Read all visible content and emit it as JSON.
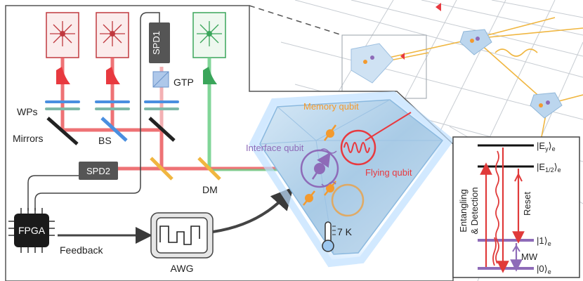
{
  "labels": {
    "mirrors": "Mirrors",
    "wps": "WPs",
    "bs": "BS",
    "gtp": "GTP",
    "dm": "DM",
    "spd1": "SPD1",
    "spd2": "SPD2",
    "fpga": "FPGA",
    "feedback": "Feedback",
    "awg": "AWG",
    "memory_qubit": "Memory qubit",
    "interface_qubit": "Interface qubit",
    "flying_qubit": "Flying qubit",
    "temperature": "7 K"
  },
  "level_diagram": {
    "ey": "|E",
    "ey_sub": "y",
    "ey_tail": "⟩",
    "ey_e": "e",
    "e12": "|E",
    "e12_sub": "1/2",
    "e12_tail": "⟩",
    "e12_e": "e",
    "one": "|1⟩",
    "one_e": "e",
    "zero": "|0⟩",
    "zero_e": "e",
    "entangling_line1": "Entangling",
    "entangling_line2": "& Detection",
    "reset": "Reset",
    "mw": "MW"
  },
  "colors": {
    "red_laser": "#e8393f",
    "green_laser": "#5cc27a",
    "orange": "#f39a2e",
    "purple": "#8e6bb8",
    "blue_optic": "#4a8fe0",
    "chip": "#1a1a1a",
    "spd": "#555555",
    "diamond": "#b9d8f0"
  }
}
